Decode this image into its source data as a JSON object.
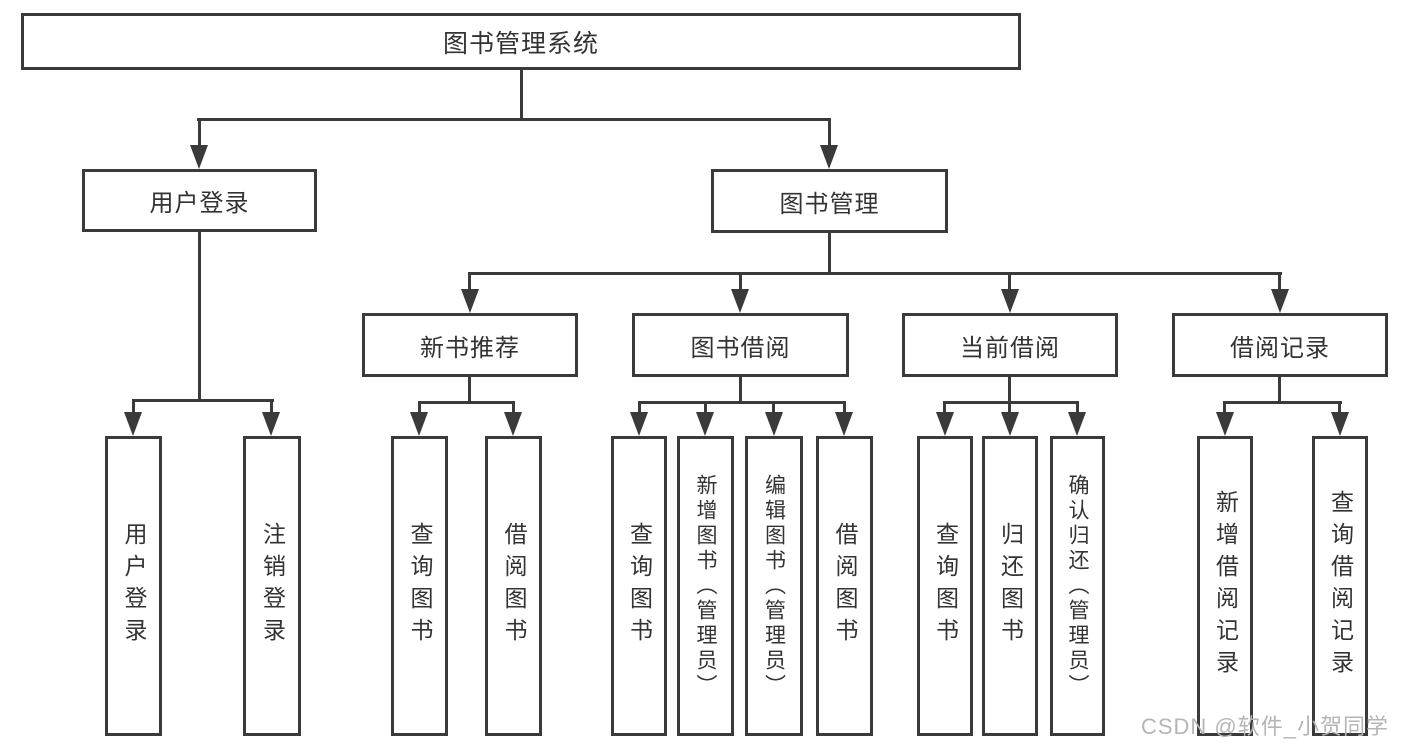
{
  "nodes": {
    "root": "图书管理系统",
    "user_login": "用户登录",
    "book_mgmt": "图书管理",
    "new_book": "新书推荐",
    "book_borrow": "图书借阅",
    "current_borrow": "当前借阅",
    "borrow_record": "借阅记录",
    "user_login_children": [
      "用户登录",
      "注销登录"
    ],
    "new_book_children": [
      "查询图书",
      "借阅图书"
    ],
    "book_borrow_children": [
      "查询图书",
      "新增图书（管理员）",
      "编辑图书（管理员）",
      "借阅图书"
    ],
    "current_borrow_children": [
      "查询图书",
      "归还图书",
      "确认归还（管理员）"
    ],
    "borrow_record_children": [
      "新增借阅记录",
      "查询借阅记录"
    ]
  },
  "colors": {
    "line": "#3a3a3a",
    "text": "#333333",
    "watermark": "#b5b5b5",
    "background": "#ffffff"
  },
  "watermark": "CSDN @软件_小贺同学"
}
